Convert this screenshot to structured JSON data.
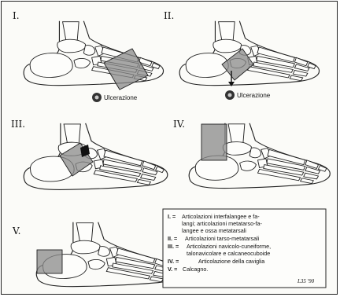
{
  "panels": [
    {
      "numeral": "I.",
      "ulcer_label": "Ulcerazione"
    },
    {
      "numeral": "II.",
      "ulcer_label": "Ulcerazione"
    },
    {
      "numeral": "III."
    },
    {
      "numeral": "IV."
    },
    {
      "numeral": "V."
    }
  ],
  "legend": {
    "lines": [
      {
        "key": "I. =",
        "text": "Articolazioni interfalangee e fa-"
      },
      {
        "key": "",
        "text": "langi; articolazioni metatarso-fa-"
      },
      {
        "key": "",
        "text": "langee e ossa metatarsali"
      },
      {
        "key": "II. =",
        "text": "Articolazioni tarso-metatarsali"
      },
      {
        "key": "III. =",
        "text": "Articolazioni navicolo-cuneiforme,"
      },
      {
        "key": "",
        "text": "talonavicolare e calcaneocuboide"
      },
      {
        "key": "IV. =",
        "text": "Articolazione della caviglia"
      },
      {
        "key": "V. =",
        "text": "Calcagno."
      }
    ],
    "signature": "L35 '90"
  },
  "colors": {
    "highlight": "#8a8a8a",
    "ulcer": "#333333",
    "line": "#222222"
  }
}
